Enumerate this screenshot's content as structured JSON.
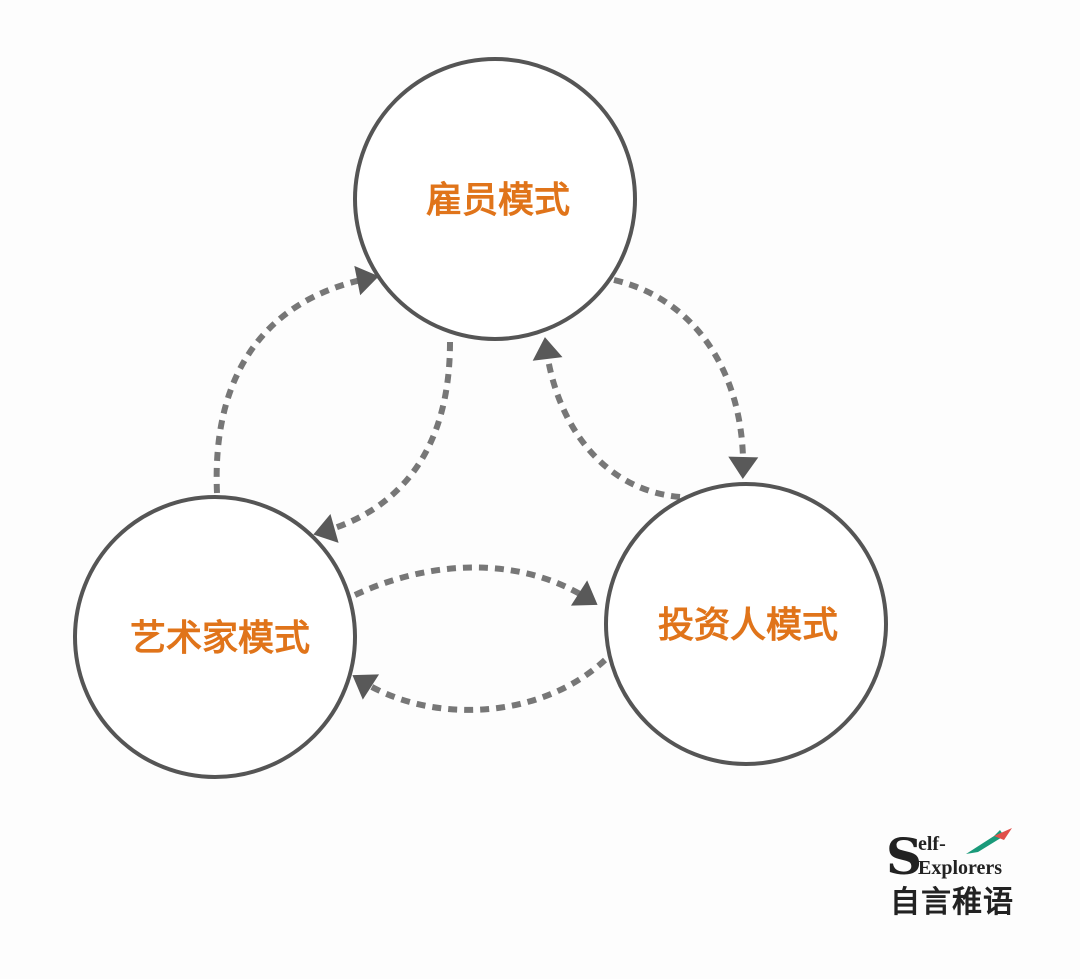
{
  "nodes": {
    "employee": {
      "label": "雇员模式"
    },
    "artist": {
      "label": "艺术家模式"
    },
    "investor": {
      "label": "投资人模式"
    }
  },
  "colors": {
    "label": "#e0741a",
    "circle_stroke": "#555555",
    "arrow": "#707070"
  },
  "logo": {
    "big_letter": "S",
    "line1": "elf-",
    "line2": "Explorers",
    "chinese": "自言稚语",
    "icon": "compass-needle-icon"
  }
}
